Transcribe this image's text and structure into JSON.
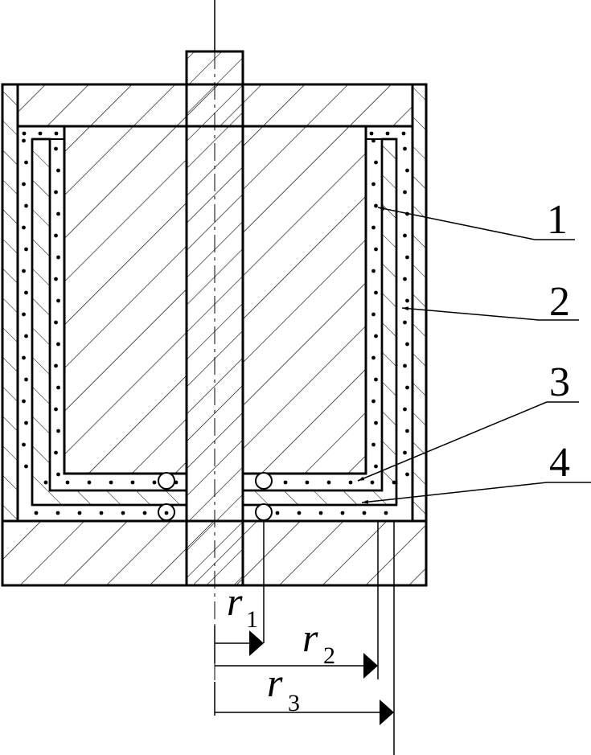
{
  "callouts": [
    {
      "label": "1"
    },
    {
      "label": "2"
    },
    {
      "label": "3"
    },
    {
      "label": "4"
    }
  ],
  "radii": [
    {
      "symbol": "r",
      "subscript": "1"
    },
    {
      "symbol": "r",
      "subscript": "2"
    },
    {
      "symbol": "r",
      "subscript": "3"
    }
  ],
  "colors": {
    "stroke": "#000000",
    "background": "#ffffff"
  }
}
